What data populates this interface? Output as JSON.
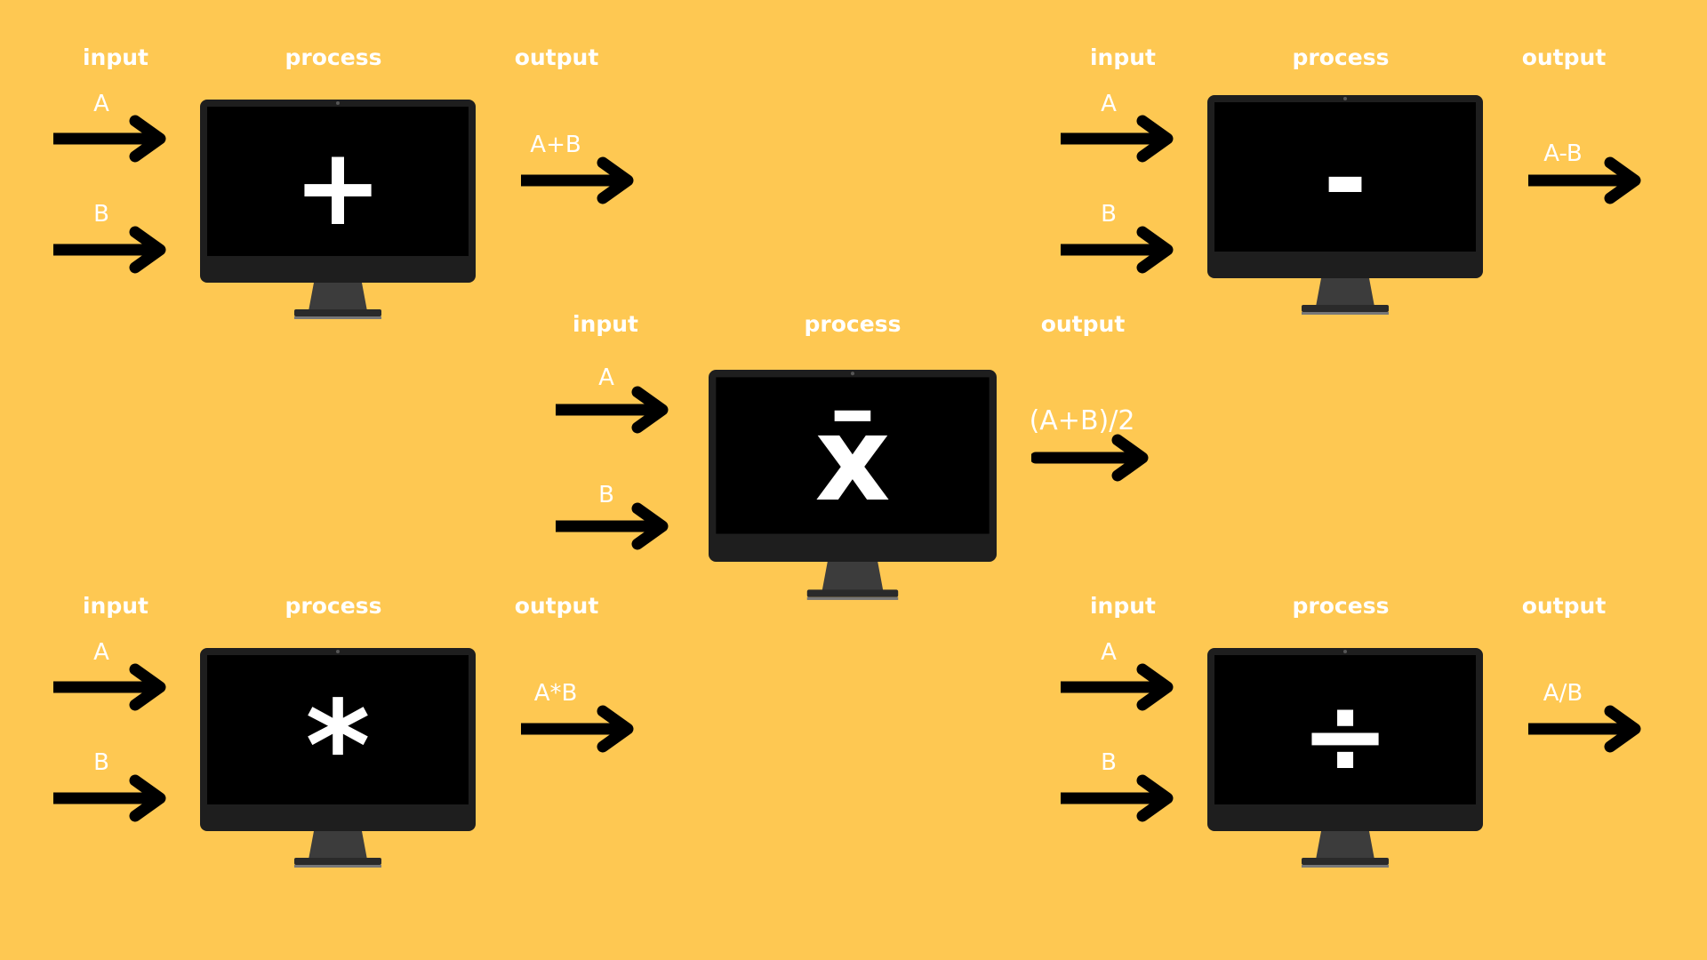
{
  "colors": {
    "background": "#fec852",
    "text": "#ffffff",
    "arrow": "#000000",
    "screen": "#000000",
    "bezel": "#1e1e1e",
    "stand": "#3c3c3c"
  },
  "blocks": [
    {
      "id": "add",
      "headers": {
        "input": "input",
        "process": "process",
        "output": "output"
      },
      "input_a": "A",
      "input_b": "B",
      "operator": "+",
      "output": "A+B"
    },
    {
      "id": "subtract",
      "headers": {
        "input": "input",
        "process": "process",
        "output": "output"
      },
      "input_a": "A",
      "input_b": "B",
      "operator": "-",
      "output": "A-B"
    },
    {
      "id": "mean",
      "headers": {
        "input": "input",
        "process": "process",
        "output": "output"
      },
      "input_a": "A",
      "input_b": "B",
      "operator": "x̄",
      "output": "(A+B)/2"
    },
    {
      "id": "multiply",
      "headers": {
        "input": "input",
        "process": "process",
        "output": "output"
      },
      "input_a": "A",
      "input_b": "B",
      "operator": "*",
      "output": "A*B"
    },
    {
      "id": "divide",
      "headers": {
        "input": "input",
        "process": "process",
        "output": "output"
      },
      "input_a": "A",
      "input_b": "B",
      "operator": "÷",
      "output": "A/B"
    }
  ]
}
